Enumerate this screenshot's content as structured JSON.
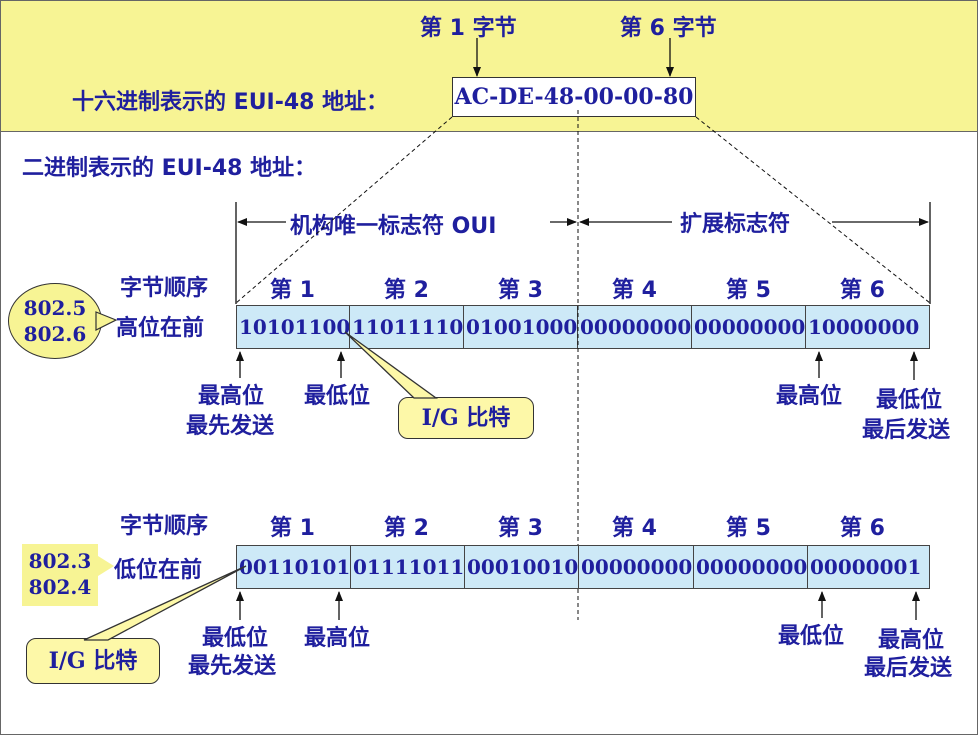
{
  "header": {
    "byte1_label": "第 1 字节",
    "byte6_label": "第 6 字节",
    "hex_caption": "十六进制表示的 EUI-48 地址：",
    "hex_address": "AC-DE-48-00-00-80"
  },
  "binary_caption": "二进制表示的 EUI-48 地址：",
  "oui_label": "机构唯一标志符 OUI",
  "ext_label": "扩展标志符",
  "byte_order_label": "字节顺序",
  "byte_headers": [
    "第 1",
    "第 2",
    "第 3",
    "第 4",
    "第 5",
    "第 6"
  ],
  "high_first": {
    "standards": [
      "802.5",
      "802.6"
    ],
    "order_label": "高位在前",
    "bytes": [
      "10101100",
      "11011110",
      "01001000",
      "00000000",
      "00000000",
      "10000000"
    ],
    "msb_label": "最高位",
    "sent_first": "最先发送",
    "lsb_label": "最低位",
    "ig_bit": "I/G 比特",
    "right_msb": "最高位",
    "right_lsb": "最低位",
    "sent_last": "最后发送"
  },
  "low_first": {
    "standards": [
      "802.3",
      "802.4"
    ],
    "order_label": "低位在前",
    "bytes": [
      "00110101",
      "01111011",
      "00010010",
      "00000000",
      "00000000",
      "00000001"
    ],
    "lsb_label": "最低位",
    "sent_first": "最先发送",
    "msb_label": "最高位",
    "ig_bit": "I/G 比特",
    "right_lsb": "最低位",
    "right_msb": "最高位",
    "sent_last": "最后发送"
  },
  "colors": {
    "text": "#1f1f9e",
    "band": "#f7f494",
    "cell": "#cde9f7",
    "bubble": "#fdf8a8"
  }
}
